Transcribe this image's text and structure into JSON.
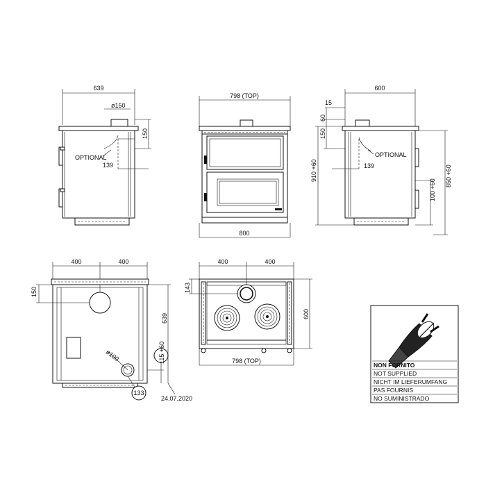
{
  "side_left": {
    "width": "639",
    "flue_diameter": "ø150",
    "flue_height": "150",
    "optional_label": "OPTIONAL",
    "flue_offset": "139"
  },
  "front": {
    "top_width": "798  (TOP)",
    "bottom_width": "800"
  },
  "side_right": {
    "width": "600",
    "offset_15": "15",
    "flue_150": "150",
    "flue_60": "60",
    "optional_label": "OPTIONAL",
    "flue_offset": "139",
    "height_910": "910 +60",
    "height_850": "850 +60",
    "height_100": "100 +60"
  },
  "rear": {
    "left_half": "400",
    "right_half": "400",
    "top_offset": "150",
    "depth_639": "639",
    "outlet_diameter": "ø100",
    "outlet_height": "115 +60",
    "outlet_offset": "133",
    "date": "24.07.2020"
  },
  "top_view": {
    "left_half": "400",
    "right_half": "400",
    "flue_offset": "143",
    "depth": "600",
    "top_width": "798  (TOP)"
  },
  "notice": {
    "icon": "schuko-plug-icon",
    "lines": [
      "NON FORNITO",
      "NOT SUPPLIED",
      "NICHT IM LIEFERUMFANG",
      "PAS FOURNIS",
      "NO SUMINISTRADO"
    ]
  }
}
